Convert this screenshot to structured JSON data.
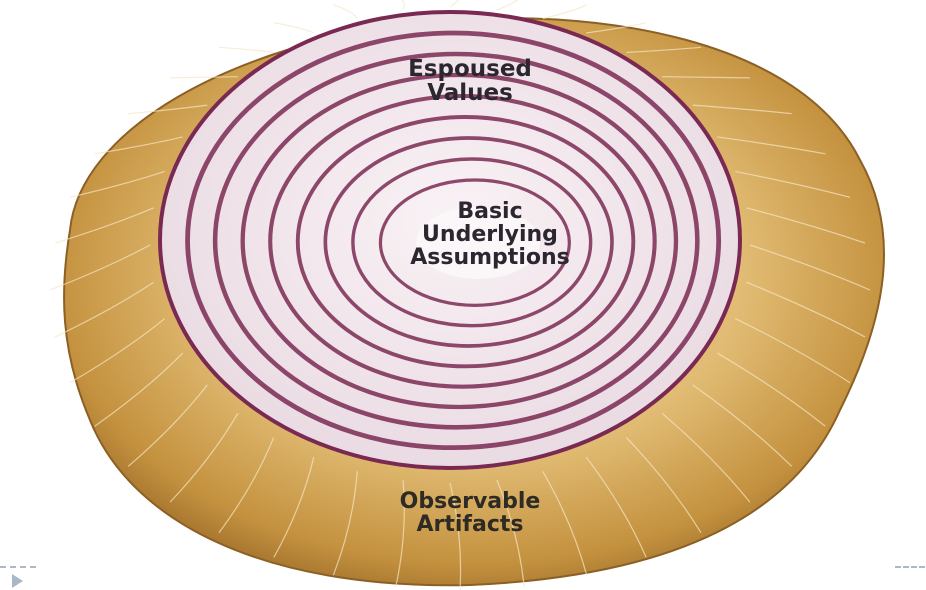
{
  "diagram": {
    "labels": {
      "espoused": [
        "Espoused",
        "Values"
      ],
      "basic": [
        "Basic",
        "Underlying",
        "Assumptions"
      ],
      "artifacts": [
        "Observable",
        "Artifacts"
      ]
    },
    "ring_count": 8,
    "colors": {
      "outer_skin_light": "#e8c98a",
      "outer_skin_dark": "#a7742f",
      "flesh": "#f2e8ee",
      "ring": "#7a2a52",
      "text": "#2b2630"
    }
  }
}
